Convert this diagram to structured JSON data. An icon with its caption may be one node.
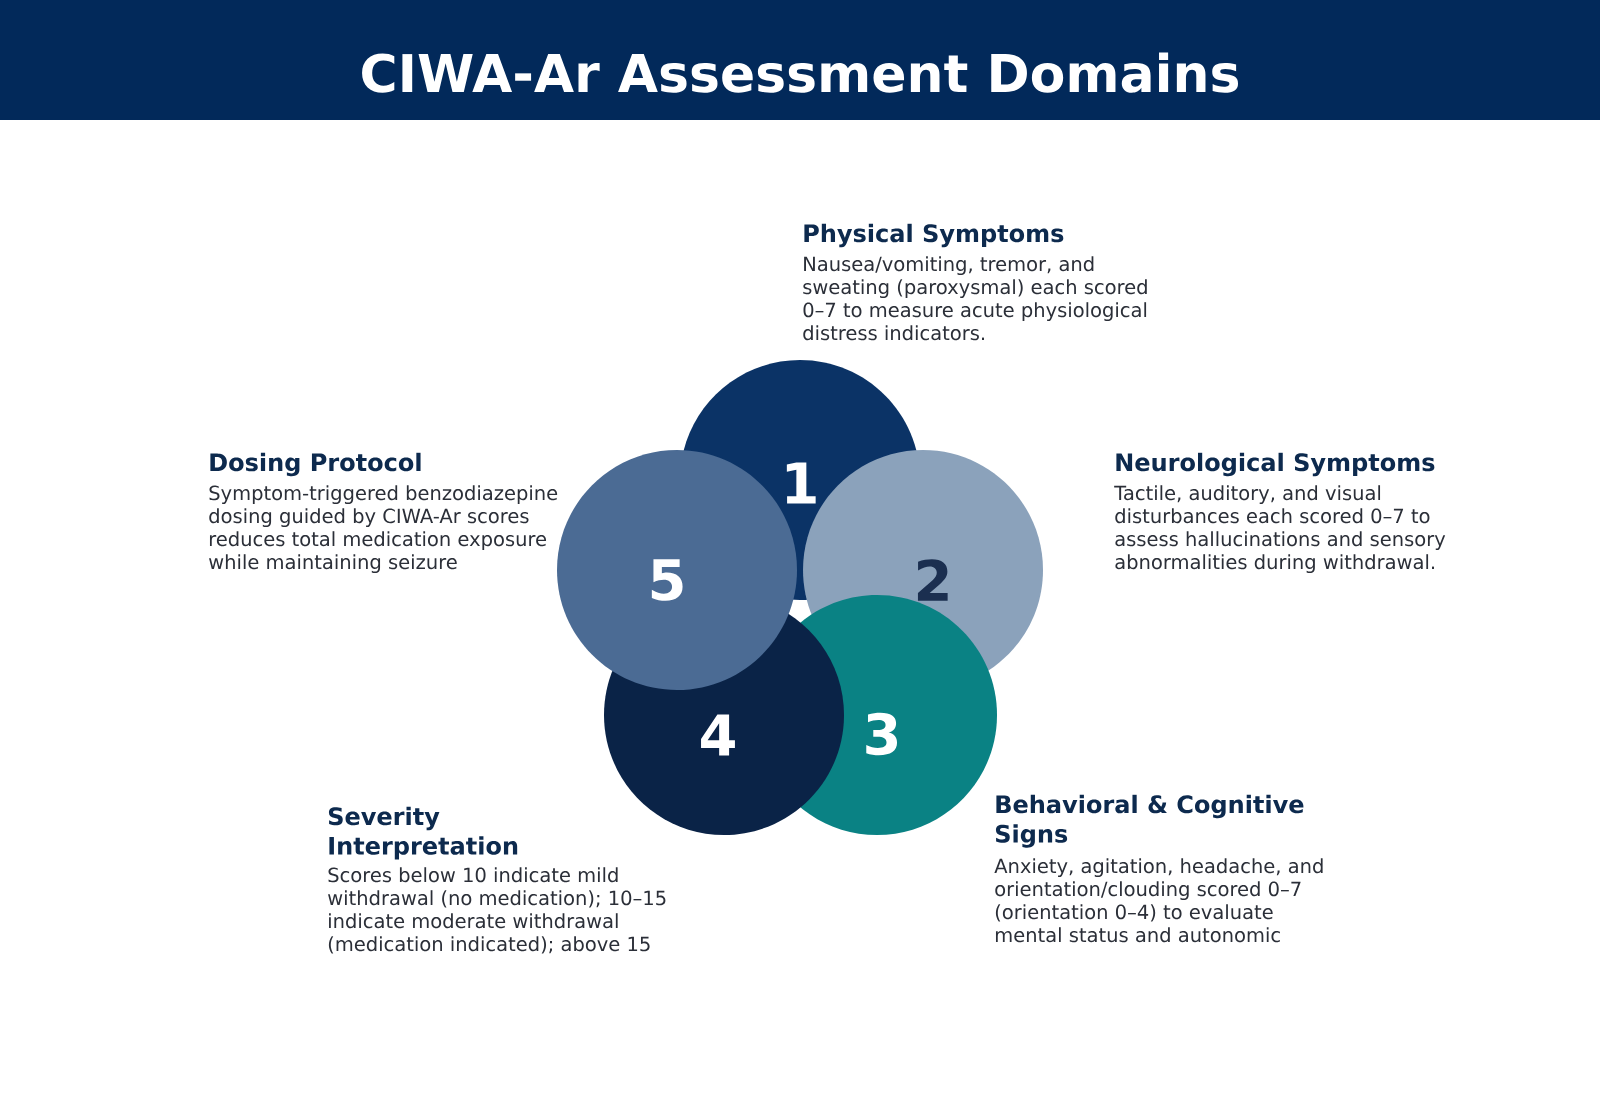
{
  "diagram": {
    "title": "CIWA-Ar Assessment Domains",
    "nodes": [
      {
        "text": [
          "1"
        ],
        "beside": [
          "Physical Symptoms",
          "Nausea/vomiting, tremor, and sweating (paroxysmal) each scored 0–7 to measure acute physiological distress indicators."
        ]
      },
      {
        "text": [
          "2"
        ],
        "beside": [
          "Neurological Symptoms",
          "Tactile, auditory, and visual disturbances each scored 0–7 to assess hallucinations and sensory abnormalities during withdrawal."
        ]
      },
      {
        "text": [
          "3"
        ],
        "beside": [
          "Behavioral & Cognitive Signs",
          "Anxiety, agitation, headache, and orientation/clouding scored 0–7 (orientation 0–4) to evaluate mental status and autonomic"
        ]
      },
      {
        "text": [
          "4"
        ],
        "beside": [
          "Severity Interpretation",
          "Scores below 10 indicate mild withdrawal (no medication); 10–15 indicate moderate withdrawal (medication indicated); above 15"
        ]
      },
      {
        "text": [
          "5"
        ],
        "beside": [
          "Dosing Protocol",
          "Symptom-triggered benzodiazepine dosing guided by CIWA-Ar scores reduces total medication exposure while maintaining seizure"
        ]
      }
    ]
  }
}
